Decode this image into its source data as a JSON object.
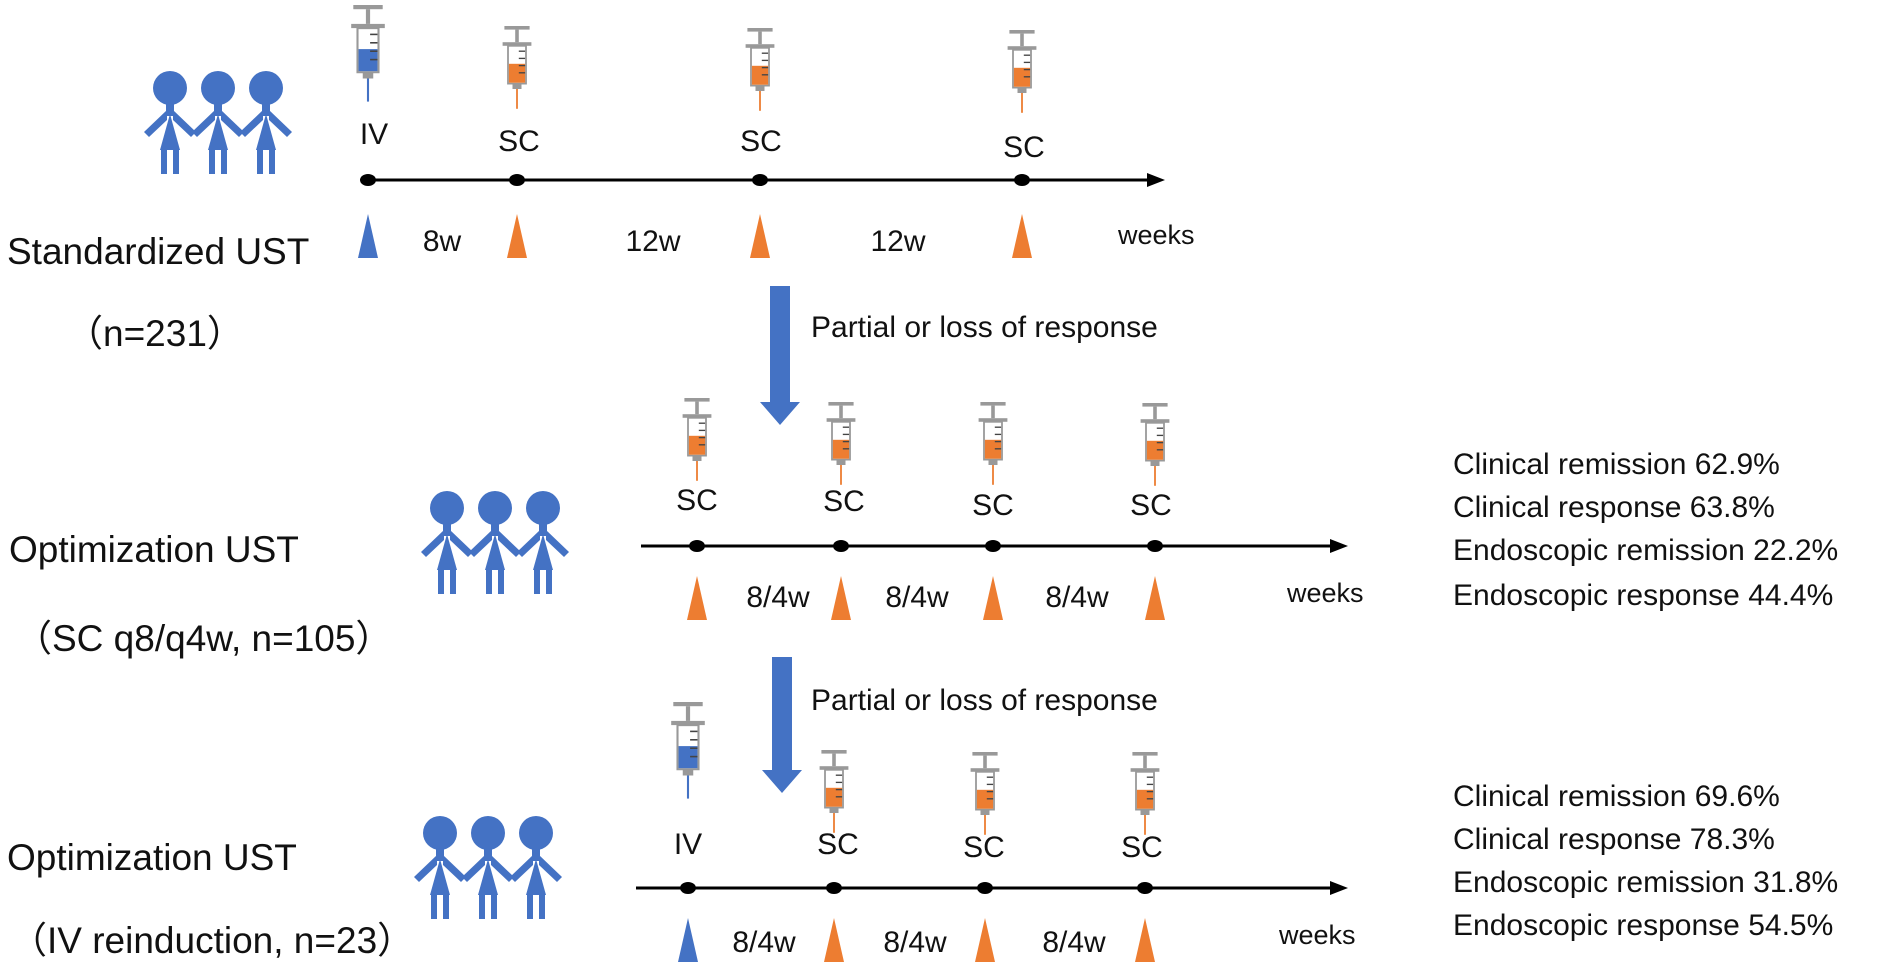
{
  "colors": {
    "iv": "#4472C4",
    "sc": "#ED7D31",
    "line": "#000000",
    "person": "#4472C4",
    "syringe_body": "#999999"
  },
  "stage1": {
    "title": "Standardized UST",
    "n": "（n=231）",
    "dose_labels": [
      "IV",
      "SC",
      "SC",
      "SC"
    ],
    "intervals": [
      "8w",
      "12w",
      "12w"
    ],
    "units": "weeks"
  },
  "transition1": "Partial or loss of response",
  "stage2": {
    "title": "Optimization UST",
    "n": "（SC q8/q4w, n=105）",
    "dose_labels": [
      "SC",
      "SC",
      "SC",
      "SC"
    ],
    "intervals": [
      "8/4w",
      "8/4w",
      "8/4w"
    ],
    "units": "weeks",
    "outcomes": [
      {
        "label": "Clinical  remission",
        "value": "62.9%"
      },
      {
        "label": "Clinical  response",
        "value": "63.8%"
      },
      {
        "label": "Endoscopic remission",
        "value": "22.2%"
      },
      {
        "label": "Endoscopic response",
        "value": "44.4%"
      }
    ]
  },
  "transition2": "Partial or loss of response",
  "stage3": {
    "title": "Optimization UST",
    "n": "（IV reinduction, n=23）",
    "dose_labels": [
      "IV",
      "SC",
      "SC",
      "SC"
    ],
    "intervals": [
      "8/4w",
      "8/4w",
      "8/4w"
    ],
    "units": "weeks",
    "outcomes": [
      {
        "label": "Clinical  remission",
        "value": "69.6%"
      },
      {
        "label": "Clinical  response",
        "value": "78.3%"
      },
      {
        "label": "Endoscopic remission",
        "value": "31.8%"
      },
      {
        "label": "Endoscopic response",
        "value": "54.5%"
      }
    ]
  }
}
